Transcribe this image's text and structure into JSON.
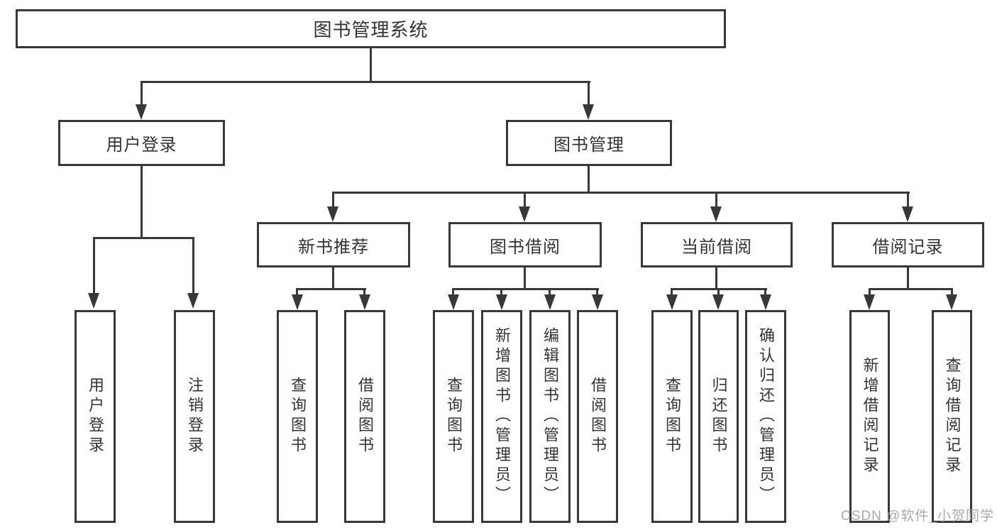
{
  "tree": {
    "root": {
      "label": "图书管理系统"
    },
    "branches": [
      {
        "label": "用户登录",
        "children": [
          {
            "label": "用户登录"
          },
          {
            "label": "注销登录"
          }
        ]
      },
      {
        "label": "图书管理",
        "sections": [
          {
            "label": "新书推荐",
            "children": [
              {
                "label": "查询图书"
              },
              {
                "label": "借阅图书"
              }
            ]
          },
          {
            "label": "图书借阅",
            "children": [
              {
                "label": "查询图书"
              },
              {
                "label": "新增图书（管理员）"
              },
              {
                "label": "编辑图书（管理员）"
              },
              {
                "label": "借阅图书"
              }
            ]
          },
          {
            "label": "当前借阅",
            "children": [
              {
                "label": "查询图书"
              },
              {
                "label": "归还图书"
              },
              {
                "label": "确认归还（管理员）"
              }
            ]
          },
          {
            "label": "借阅记录",
            "children": [
              {
                "label": "新增借阅记录"
              },
              {
                "label": "查询借阅记录"
              }
            ]
          }
        ]
      }
    ]
  },
  "watermark": {
    "text": "CSDN @软件_小贺同学"
  },
  "colors": {
    "line": "#383838",
    "text": "#333333",
    "watermark": "#a9a9a9",
    "background": "#ffffff"
  }
}
